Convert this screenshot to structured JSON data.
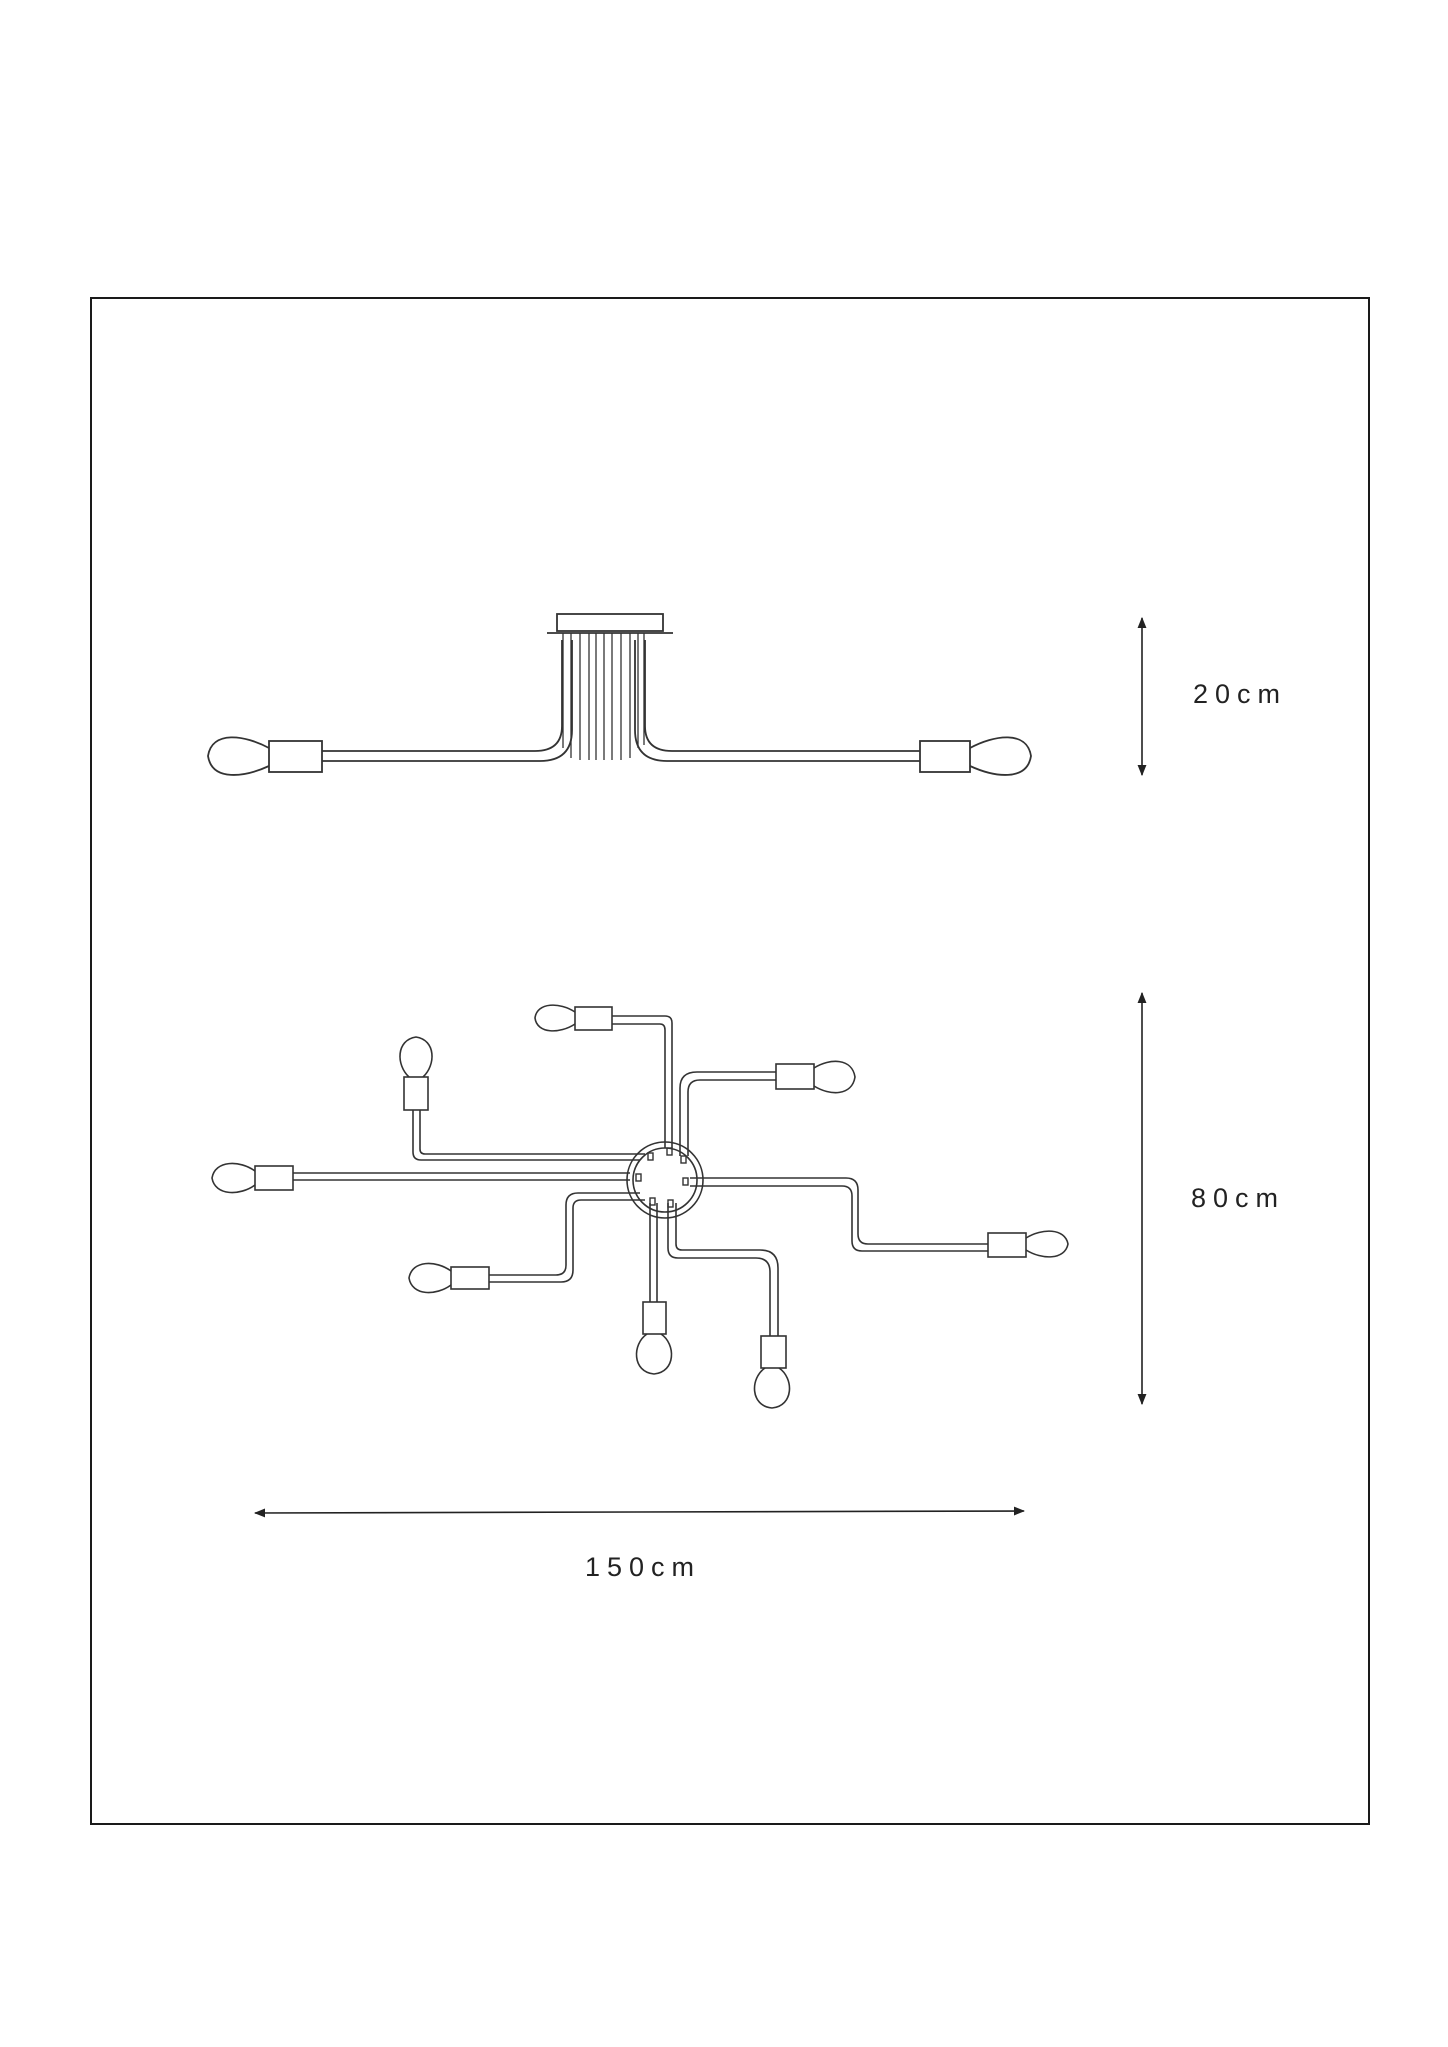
{
  "dimensions": {
    "height": "20cm",
    "depth": "80cm",
    "width": "150cm"
  },
  "colors": {
    "line": "#333333",
    "frame": "#1a1a1a",
    "background": "#ffffff"
  }
}
